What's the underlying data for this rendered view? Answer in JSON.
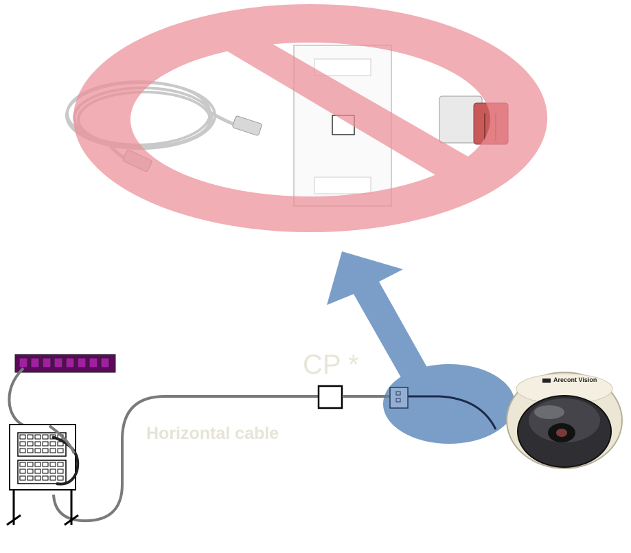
{
  "labels": {
    "cp": "CP *",
    "horizontal_cable": "Horizontal cable",
    "brand": "Arecont Vision"
  },
  "colors": {
    "prohibition": "#ee9aa2",
    "arrow": "#7a9ec7",
    "cable": "#7a7a7a",
    "switch_fill": "#6a0a6a",
    "label_text": "#e6e4d6"
  },
  "icons": [
    "patch-cord-icon",
    "faceplate-icon",
    "keystone-jack-icon",
    "network-switch-icon",
    "patch-panel-rack-icon",
    "consolidation-point-icon",
    "outlet-icon",
    "dome-camera-icon",
    "prohibition-sign-icon"
  ]
}
